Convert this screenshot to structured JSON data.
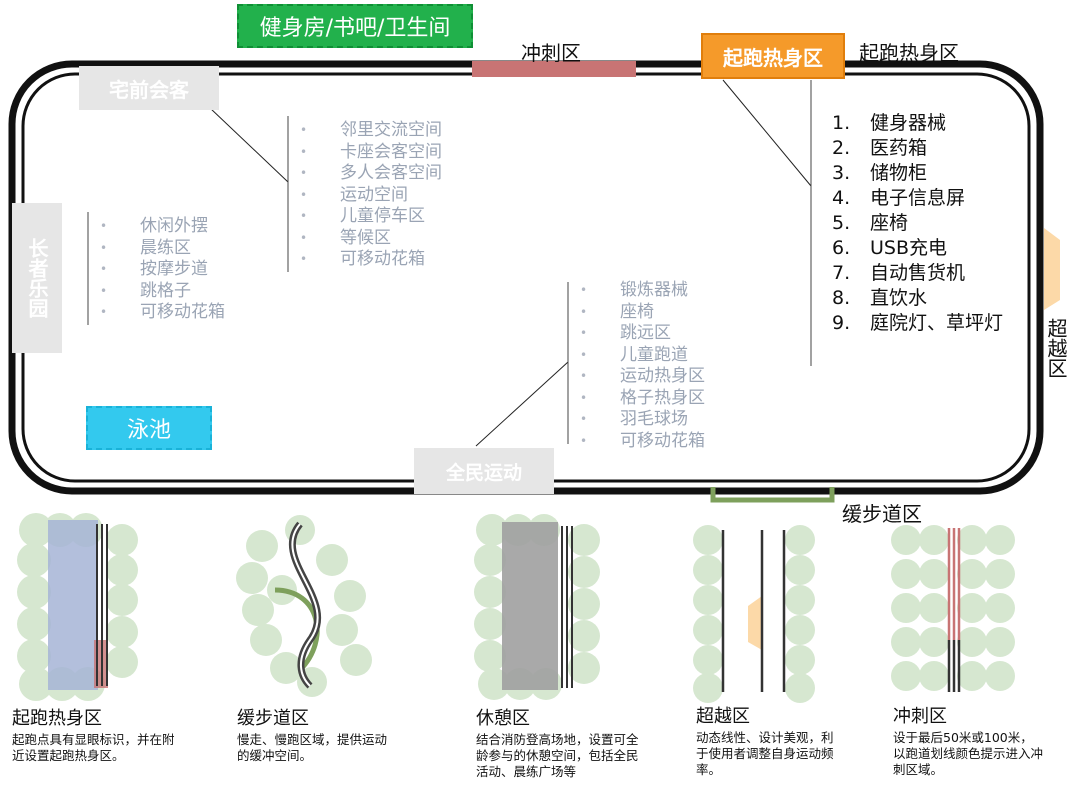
{
  "top": {
    "fitness_box": "健身房/书吧/卫生间",
    "sprint_label": "冲刺区",
    "warmup_box": "起跑热身区",
    "warmup_label": "起跑热身区"
  },
  "zones": {
    "front_yard": "宅前会客",
    "elder": "长者乐园",
    "pool": "泳池",
    "national_sports": "全民运动",
    "overtake_label": "超越区",
    "jog_label": "缓步道区"
  },
  "lists": {
    "front_yard_items": [
      "邻里交流空间",
      "卡座会客空间",
      "多人会客空间",
      "运动空间",
      "儿童停车区",
      "等候区",
      "可移动花箱"
    ],
    "elder_items": [
      "休闲外摆",
      "晨练区",
      "按摩步道",
      "跳格子",
      "可移动花箱"
    ],
    "sports_items": [
      "锻炼器械",
      "座椅",
      "跳远区",
      "儿童跑道",
      "运动热身区",
      "格子热身区",
      "羽毛球场",
      "可移动花箱"
    ],
    "warmup_items": [
      {
        "num": "1.",
        "text": "健身器械"
      },
      {
        "num": "2.",
        "text": "医药箱"
      },
      {
        "num": "3.",
        "text": "储物柜"
      },
      {
        "num": "4.",
        "text": "电子信息屏"
      },
      {
        "num": "5.",
        "text": "座椅"
      },
      {
        "num": "6.",
        "text": "USB充电"
      },
      {
        "num": "7.",
        "text": "自动售货机"
      },
      {
        "num": "8.",
        "text": "直饮水"
      },
      {
        "num": "9.",
        "text": "庭院灯、草坪灯"
      }
    ]
  },
  "bottom": [
    {
      "title": "起跑热身区",
      "desc": "起跑点具有显眼标识，并在附近设置起跑热身区。"
    },
    {
      "title": "缓步道区",
      "desc": "慢走、慢跑区域，提供运动的缓冲空间。"
    },
    {
      "title": "休憩区",
      "desc": "结合消防登高场地，设置可全龄参与的休憩空间，包括全民活动、晨练广场等"
    },
    {
      "title": "超越区",
      "desc": "动态线性、设计美观，利于使用者调整自身运动频率。"
    },
    {
      "title": "冲刺区",
      "desc": "设于最后50米或100米，以跑道划线颜色提示进入冲刺区域。"
    }
  ],
  "colors": {
    "track": "#111111",
    "sprint": "#c87474",
    "warmup": "#f59a2a",
    "fitness": "#22b14c",
    "pool": "#33c9ee",
    "overtake": "#fcd9a8",
    "jog": "#7ea05c",
    "tree": "#cfe3c8",
    "rest_gray": "#a0a0a0",
    "warmup_blue": "#a6b4d6"
  }
}
